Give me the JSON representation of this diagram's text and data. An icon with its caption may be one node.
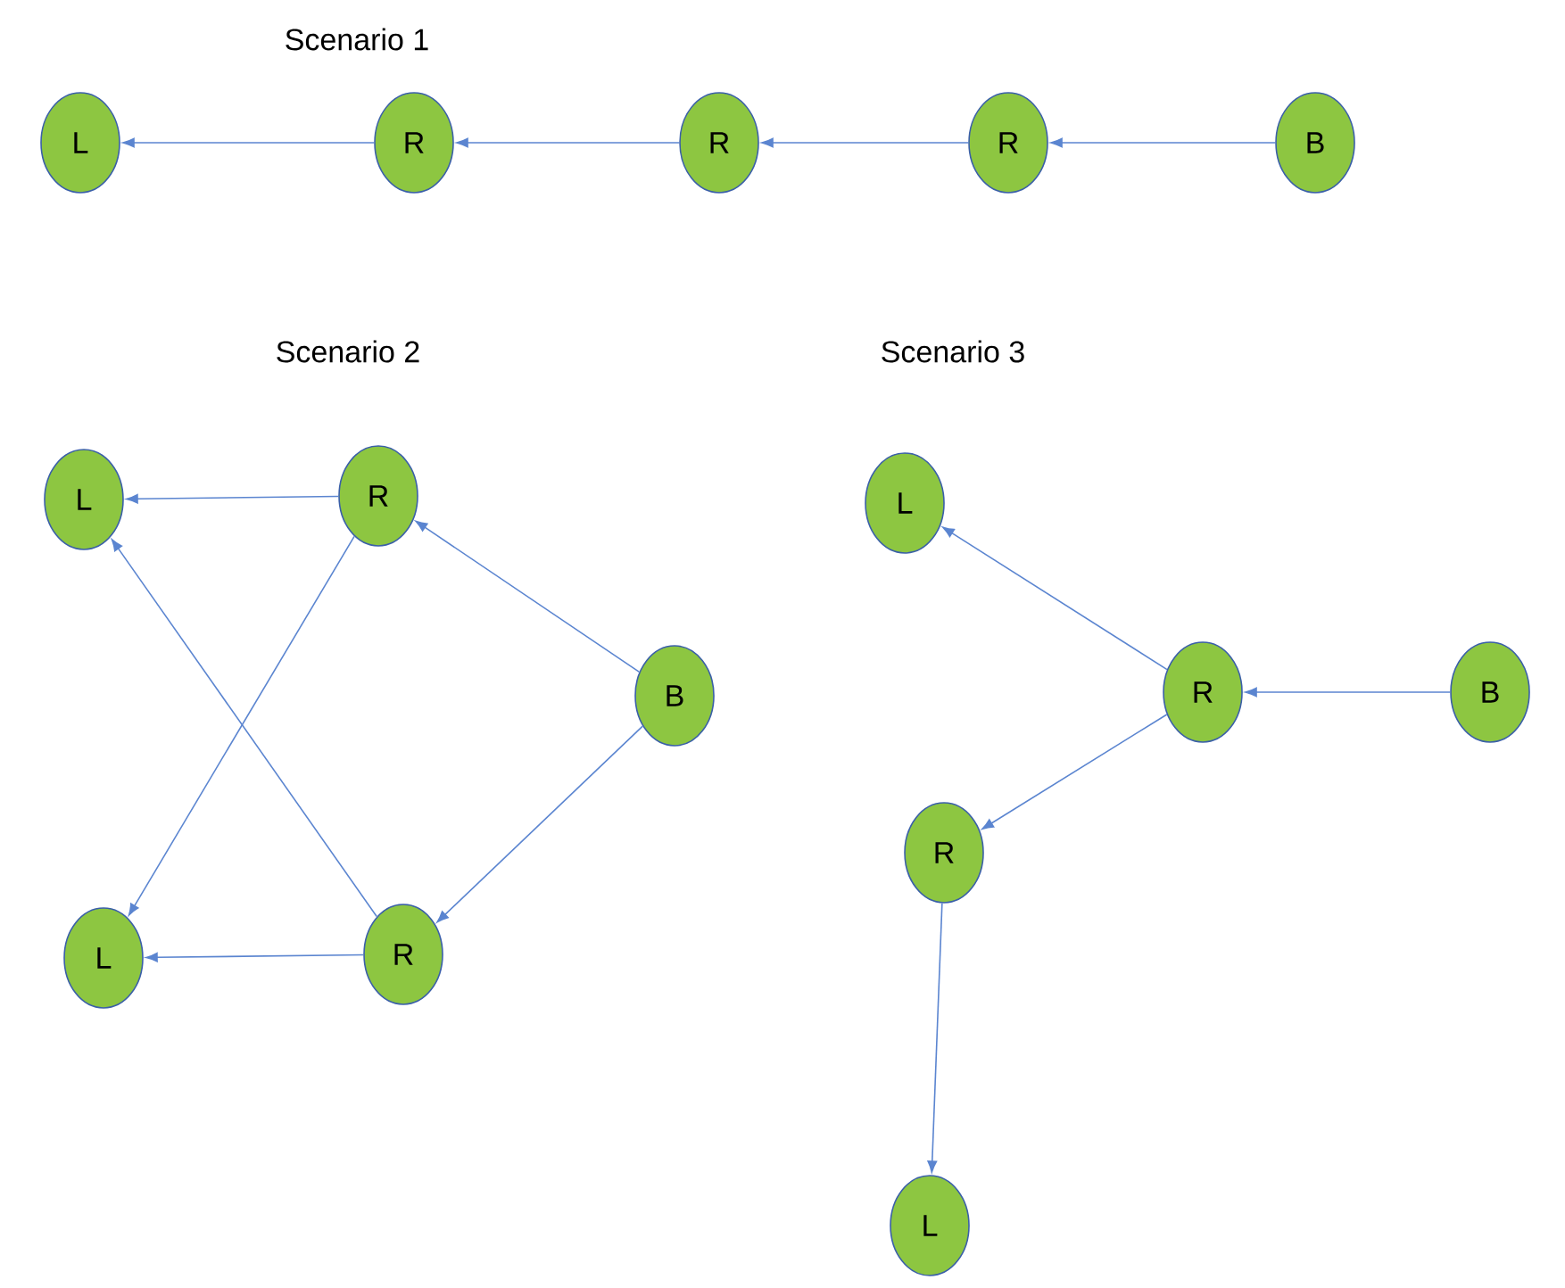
{
  "diagram": {
    "nodes": [
      {
        "text": [
          "L"
        ]
      },
      {
        "text": [
          "R"
        ]
      },
      {
        "text": [
          "R"
        ]
      },
      {
        "text": [
          "R"
        ]
      },
      {
        "text": [
          "B"
        ]
      },
      {
        "text": [
          "L"
        ]
      },
      {
        "text": [
          "R"
        ]
      },
      {
        "text": [
          "B"
        ]
      },
      {
        "text": [
          "L"
        ]
      },
      {
        "text": [
          "R"
        ]
      },
      {
        "text": [
          "L"
        ]
      },
      {
        "text": [
          "R"
        ]
      },
      {
        "text": [
          "B"
        ]
      },
      {
        "text": [
          "R"
        ]
      },
      {
        "text": [
          "L"
        ]
      }
    ],
    "edges": [
      {
        "from": 1,
        "to": 0,
        "arrow": "to"
      },
      {
        "from": 2,
        "to": 1,
        "arrow": "to"
      },
      {
        "from": 3,
        "to": 2,
        "arrow": "to"
      },
      {
        "from": 4,
        "to": 3,
        "arrow": "to"
      },
      {
        "from": 6,
        "to": 5,
        "arrow": "to"
      },
      {
        "from": 6,
        "to": 8,
        "arrow": "to"
      },
      {
        "from": 9,
        "to": 5,
        "arrow": "to"
      },
      {
        "from": 9,
        "to": 8,
        "arrow": "to"
      },
      {
        "from": 7,
        "to": 6,
        "arrow": "to"
      },
      {
        "from": 7,
        "to": 9,
        "arrow": "to"
      },
      {
        "from": 12,
        "to": 11,
        "arrow": "to"
      },
      {
        "from": 11,
        "to": 10,
        "arrow": "to"
      },
      {
        "from": 11,
        "to": 13,
        "arrow": "to"
      },
      {
        "from": 13,
        "to": 14,
        "arrow": "to"
      }
    ],
    "labels": [
      "Scenario 1",
      "Scenario 2",
      "Scenario 3"
    ]
  }
}
